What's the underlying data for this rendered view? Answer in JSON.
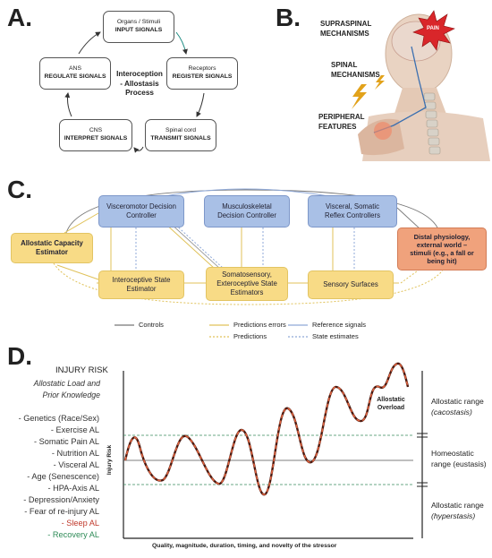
{
  "panel_a": {
    "letter": "A.",
    "center_title": "Interoception\n- Allostasis\nProcess",
    "boxes": {
      "top": {
        "title": "Organs / Stimuli",
        "label": "INPUT SIGNALS"
      },
      "right": {
        "title": "Receptors",
        "label": "REGISTER SIGNALS"
      },
      "bottom_right": {
        "title": "Spinal cord",
        "label": "TRANSMIT SIGNALS"
      },
      "bottom_left": {
        "title": "CNS",
        "label": "INTERPRET SIGNALS"
      },
      "left": {
        "title": "ANS",
        "label": "REGULATE SIGNALS"
      }
    }
  },
  "panel_b": {
    "letter": "B.",
    "supraspinal": "SUPRASPINAL\nMECHANISMS",
    "spinal": "SPINAL\nMECHANISMS",
    "peripheral": "PERIPHERAL\nFEATURES",
    "pain_label": "PAIN"
  },
  "panel_c": {
    "letter": "C.",
    "visceromotor": "Visceromotor Decision\nController",
    "musculoskeletal": "Musculoskeletal\nDecision Controller",
    "visceral_reflex": "Visceral, Somatic\nReflex Controllers",
    "allostatic_capacity": "Allostatic Capacity\nEstimator",
    "distal": "Distal physiology,\nexternal world –\nstimuli (e.g., a fall or\nbeing hit)",
    "interoceptive": "Interoceptive State\nEstimator",
    "somatosensory": "Somatosensory,\nExteroceptive State\nEstimators",
    "sensory_surfaces": "Sensory Surfaces",
    "legend": {
      "controls": "Controls",
      "prediction_errors": "Predictions errors",
      "predictions": "Predictions",
      "reference_signals": "Reference signals",
      "state_estimates": "State estimates"
    },
    "colors": {
      "blue_box": "#a9c0e6",
      "yellow_box": "#f8db86",
      "orange_box": "#f0a27c"
    }
  },
  "panel_d": {
    "letter": "D.",
    "injury_risk": "INJURY RISK",
    "subtitle": "Allostatic Load and\nPrior Knowledge",
    "factors": [
      {
        "text": "- Genetics (Race/Sex)",
        "color": "#333333"
      },
      {
        "text": "- Exercise AL",
        "color": "#333333"
      },
      {
        "text": "- Somatic Pain AL",
        "color": "#333333"
      },
      {
        "text": "- Nutrition AL",
        "color": "#333333"
      },
      {
        "text": "- Visceral AL",
        "color": "#333333"
      },
      {
        "text": "- Age (Senescence)",
        "color": "#333333"
      },
      {
        "text": "- HPA-Axis AL",
        "color": "#333333"
      },
      {
        "text": "- Depression/Anxiety",
        "color": "#333333"
      },
      {
        "text": "- Fear of re-injury AL",
        "color": "#333333"
      },
      {
        "text": "- Sleep AL",
        "color": "#c0392b"
      },
      {
        "text": "- Recovery AL",
        "color": "#2e8b57"
      }
    ],
    "y_axis_label": "Injury Risk",
    "x_axis_label": "Quality, magnitude, duration, timing, and novelty of the stressor",
    "allostatic_overload": "Allostatic\nOverload",
    "ranges": [
      {
        "line1": "Allostatic range",
        "line2": "(cacostasis)"
      },
      {
        "line1": "Homeostatic",
        "line2": "range (eustasis)"
      },
      {
        "line1": "Allostatic range",
        "line2": "(hyperstasis)"
      }
    ],
    "curve_color": "#b5442a"
  }
}
